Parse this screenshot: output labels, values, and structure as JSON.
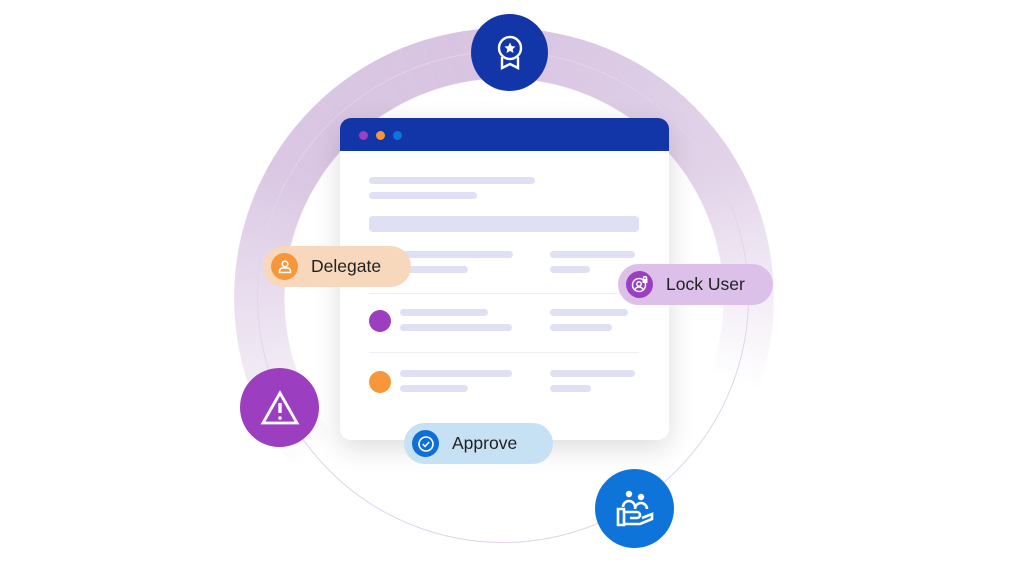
{
  "actions": {
    "delegate": "Delegate",
    "lock_user": "Lock User",
    "approve": "Approve"
  },
  "colors": {
    "navy": "#1235A8",
    "purple": "#9B3FC0",
    "orange": "#F7963A",
    "blue": "#0F74DA",
    "ring": "#D6C1E0"
  },
  "icons": [
    "award-icon",
    "warning-icon",
    "people-hand-icon",
    "user-icon",
    "user-lock-icon",
    "check-circle-icon"
  ]
}
